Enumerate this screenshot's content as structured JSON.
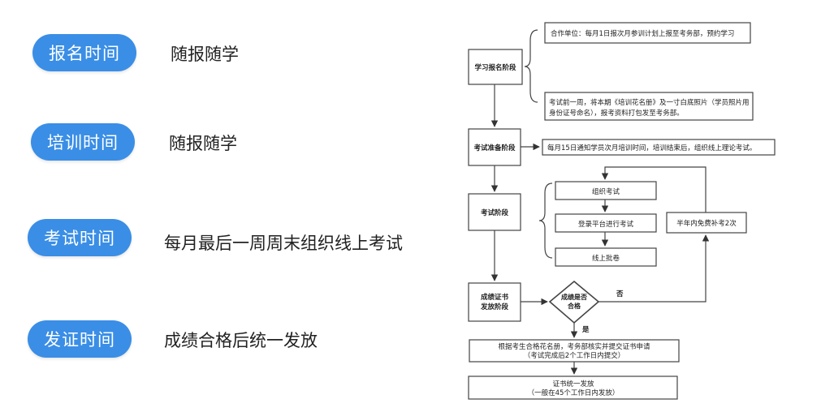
{
  "schedule": [
    {
      "label": "报名时间",
      "value": "随报随学"
    },
    {
      "label": "培训时间",
      "value": "随报随学"
    },
    {
      "label": "考试时间",
      "value": "每月最后一周周末组织线上考试"
    },
    {
      "label": "发证时间",
      "value": "成绩合格后统一发放"
    }
  ],
  "flowchart": {
    "stage_registration": "学习报名阶段",
    "note_registration_1": "合作单位：每月1日报次月参训计划上报至考务部，预约学习",
    "note_registration_2": [
      "考试前一周，将本期《培训花名册》及一寸白底照片（学员照片用",
      "身份证号命名），报考资料打包发至考务部。"
    ],
    "stage_exam_prep": "考试准备阶段",
    "note_exam_prep": "每月15日通知学员次月培训时间，培训结束后，组织线上理论考试。",
    "stage_exam": "考试阶段",
    "exam_step_1": "组织考试",
    "exam_step_2": "登录平台进行考试",
    "exam_step_3": "线上批卷",
    "retake_note": "半年内免费补考2次",
    "stage_certificate": [
      "成绩证书",
      "发放阶段"
    ],
    "decision": [
      "成绩是否",
      "合格"
    ],
    "decision_no": "否",
    "decision_yes": "是",
    "cert_step_1": [
      "根据考生合格花名册，考务部核实并提交证书申请",
      "（考试完成后2个工作日内提交）"
    ],
    "cert_step_2": [
      "证书统一发放",
      "（一般在45个工作日内发放）"
    ]
  }
}
